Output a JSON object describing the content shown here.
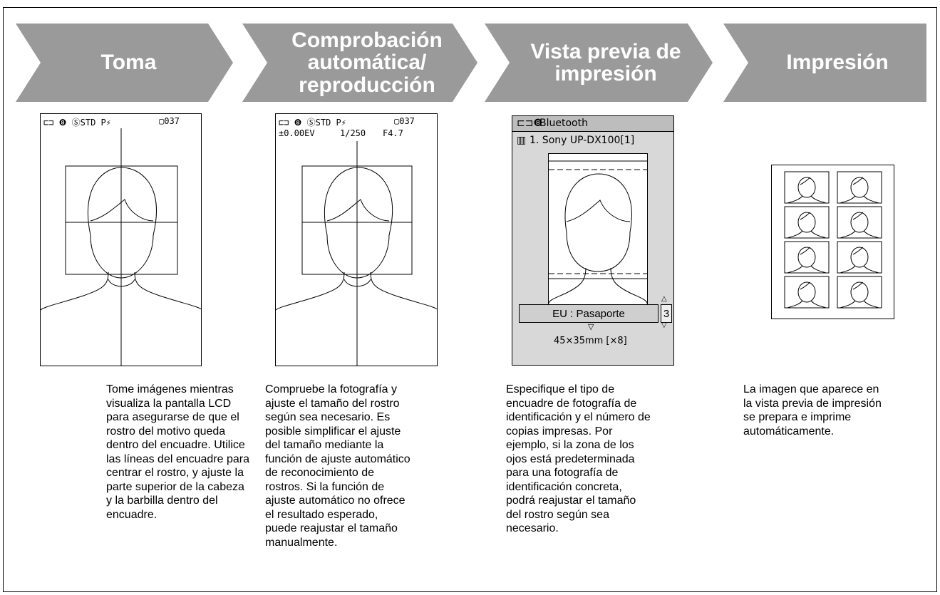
{
  "steps": [
    {
      "title": "Toma"
    },
    {
      "title": "Comprobación automática/ reproducción"
    },
    {
      "title": "Vista previa de impresión"
    },
    {
      "title": "Impresión"
    }
  ],
  "screen1": {
    "status_left": "⊏⊐ ❽ ⓈSTD P⚡",
    "status_right": "▢037"
  },
  "screen2": {
    "status_left": "⊏⊐ ❽ ⓈSTD P⚡",
    "status_right": "▢037",
    "exposure": "±0.00EV",
    "shutter": "1/250",
    "aperture": "F4.7"
  },
  "screen3": {
    "header": "Bluetooth",
    "printer": "1. Sony UP-DX100[1]",
    "preset": "EU : Pasaporte",
    "copies": "3",
    "size_info": "45×35mm  [×8]"
  },
  "descriptions": [
    "Tome imágenes mientras\nvisualiza la pantalla LCD\npara asegurarse de que el\nrostro del motivo queda\ndentro del encuadre. Utilice\nlas líneas del encuadre para\ncentrar el rostro, y ajuste la\nparte superior de la cabeza\ny la barbilla dentro del\nencuadre.",
    "Compruebe la fotografía y\najuste el tamaño del rostro\nsegún sea necesario. Es\nposible simplificar el ajuste\ndel tamaño mediante la\nfunción de ajuste automático\nde reconocimiento de\nrostros. Si la función de\najuste automático no ofrece\nel resultado esperado,\npuede reajustar el tamaño\nmanualmente.",
    "Especifique el tipo de\nencuadre de fotografía de\nidentificación y el número de\ncopias impresas. Por\nejemplo, si la zona de los\nojos está predeterminada\npara una fotografía de\nidentificación concreta,\npodrá reajustar el tamaño\ndel rostro según sea\nnecesario.",
    "La imagen que aparece en\nla vista previa de impresión\nse prepara e imprime\nautomáticamente."
  ]
}
